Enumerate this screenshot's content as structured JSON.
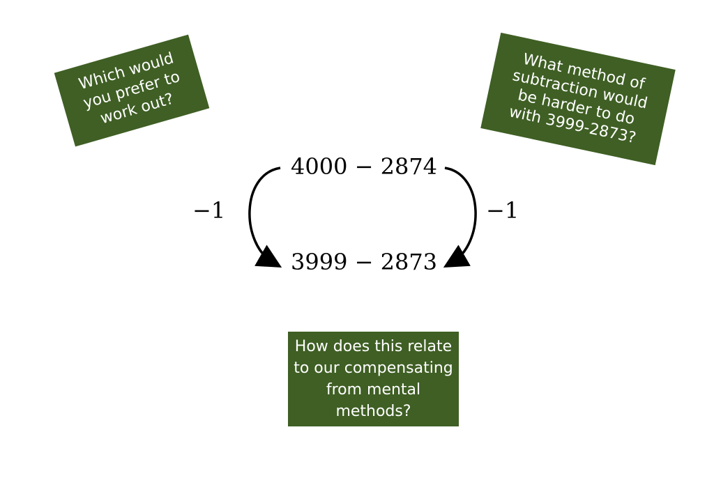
{
  "questions": {
    "top_left": "Which would you prefer to work out?",
    "top_right": "What method of subtraction would be harder to do with 3999-2873?",
    "bottom": "How does this relate to our compensating from mental methods?"
  },
  "equations": {
    "top": "4000 − 2874",
    "bottom": "3999 − 2873"
  },
  "adjustments": {
    "left": "−1",
    "right": "−1"
  },
  "colors": {
    "box_fill": "#3f5f24",
    "box_text": "#ffffff",
    "arrow": "#000000"
  }
}
